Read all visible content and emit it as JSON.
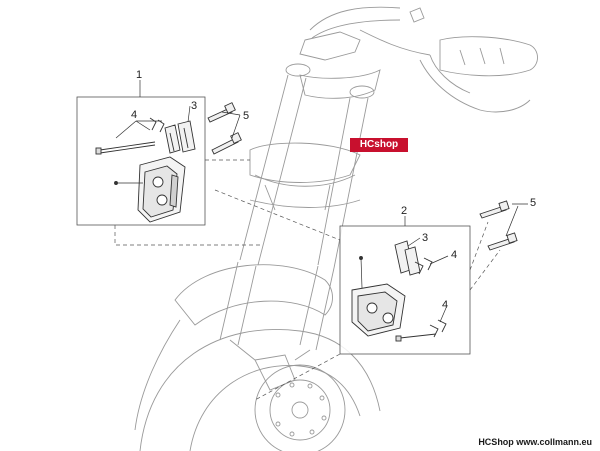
{
  "diagram": {
    "callouts": {
      "c1": "1",
      "c2": "2",
      "c3a": "3",
      "c3b": "3",
      "c4a": "4",
      "c4b": "4",
      "c4c": "4",
      "c5a": "5",
      "c5b": "5"
    },
    "watermark": {
      "brand": "HCshop"
    },
    "footer": {
      "text": "HCShop www.collmann.eu"
    },
    "colors": {
      "line": "#444444",
      "light_line": "#9a9a9a",
      "watermark_bg": "#c8102e"
    }
  }
}
